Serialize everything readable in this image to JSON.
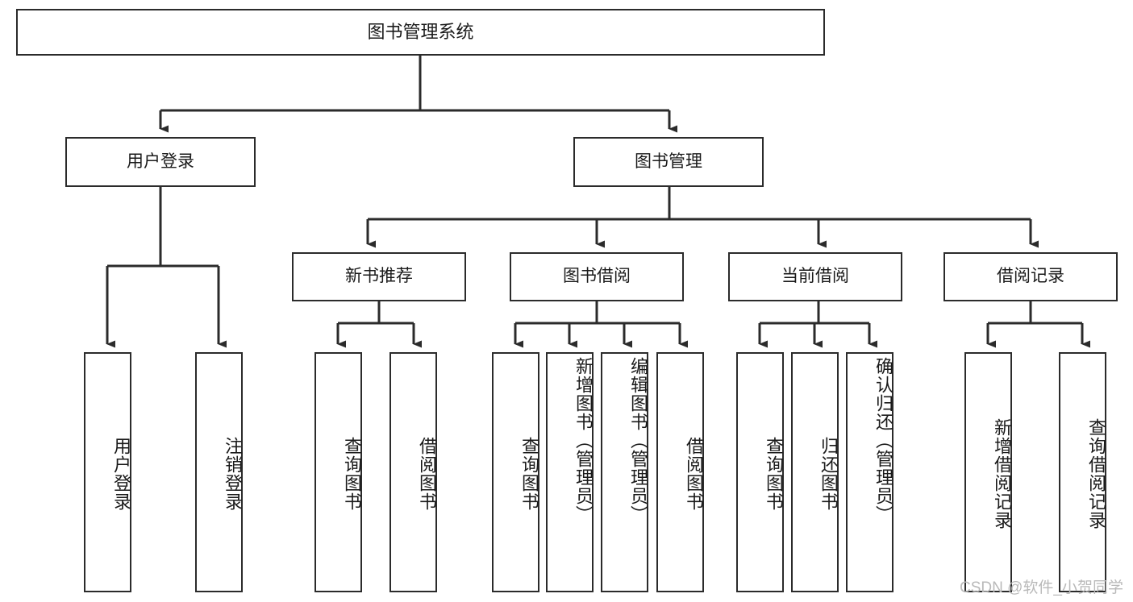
{
  "diagram": {
    "type": "tree-hierarchy",
    "title": "图书管理系统",
    "watermark": "CSDN @软件_小贺同学",
    "colors": {
      "stroke": "#2b2b2b",
      "fill": "#ffffff",
      "text": "#1a1a1a",
      "watermark": "#b9b9b9"
    },
    "levels": {
      "root": {
        "label": "图书管理系统"
      },
      "level2": [
        {
          "id": "user-login",
          "label": "用户登录"
        },
        {
          "id": "book-management",
          "label": "图书管理"
        }
      ],
      "level3": [
        {
          "id": "new-book-recommend",
          "label": "新书推荐",
          "parent": "book-management"
        },
        {
          "id": "book-borrow",
          "label": "图书借阅",
          "parent": "book-management"
        },
        {
          "id": "current-borrow",
          "label": "当前借阅",
          "parent": "book-management"
        },
        {
          "id": "borrow-record",
          "label": "借阅记录",
          "parent": "book-management"
        }
      ],
      "leaves": [
        {
          "id": "leaf-user-login",
          "label": "用户登录",
          "parent": "user-login"
        },
        {
          "id": "leaf-user-logout",
          "label": "注销登录",
          "parent": "user-login"
        },
        {
          "id": "leaf-query-book-1",
          "label": "查询图书",
          "parent": "new-book-recommend"
        },
        {
          "id": "leaf-borrow-book-1",
          "label": "借阅图书",
          "parent": "new-book-recommend"
        },
        {
          "id": "leaf-query-book-2",
          "label": "查询图书",
          "parent": "book-borrow"
        },
        {
          "id": "leaf-add-book",
          "label": "新增图书（管理员）",
          "parent": "book-borrow"
        },
        {
          "id": "leaf-edit-book",
          "label": "编辑图书（管理员）",
          "parent": "book-borrow"
        },
        {
          "id": "leaf-borrow-book-2",
          "label": "借阅图书",
          "parent": "book-borrow"
        },
        {
          "id": "leaf-query-book-3",
          "label": "查询图书",
          "parent": "current-borrow"
        },
        {
          "id": "leaf-return-book",
          "label": "归还图书",
          "parent": "current-borrow"
        },
        {
          "id": "leaf-confirm-return",
          "label": "确认归还（管理员）",
          "parent": "current-borrow"
        },
        {
          "id": "leaf-add-record",
          "label": "新增借阅记录",
          "parent": "borrow-record"
        },
        {
          "id": "leaf-query-record",
          "label": "查询借阅记录",
          "parent": "borrow-record"
        }
      ]
    }
  }
}
